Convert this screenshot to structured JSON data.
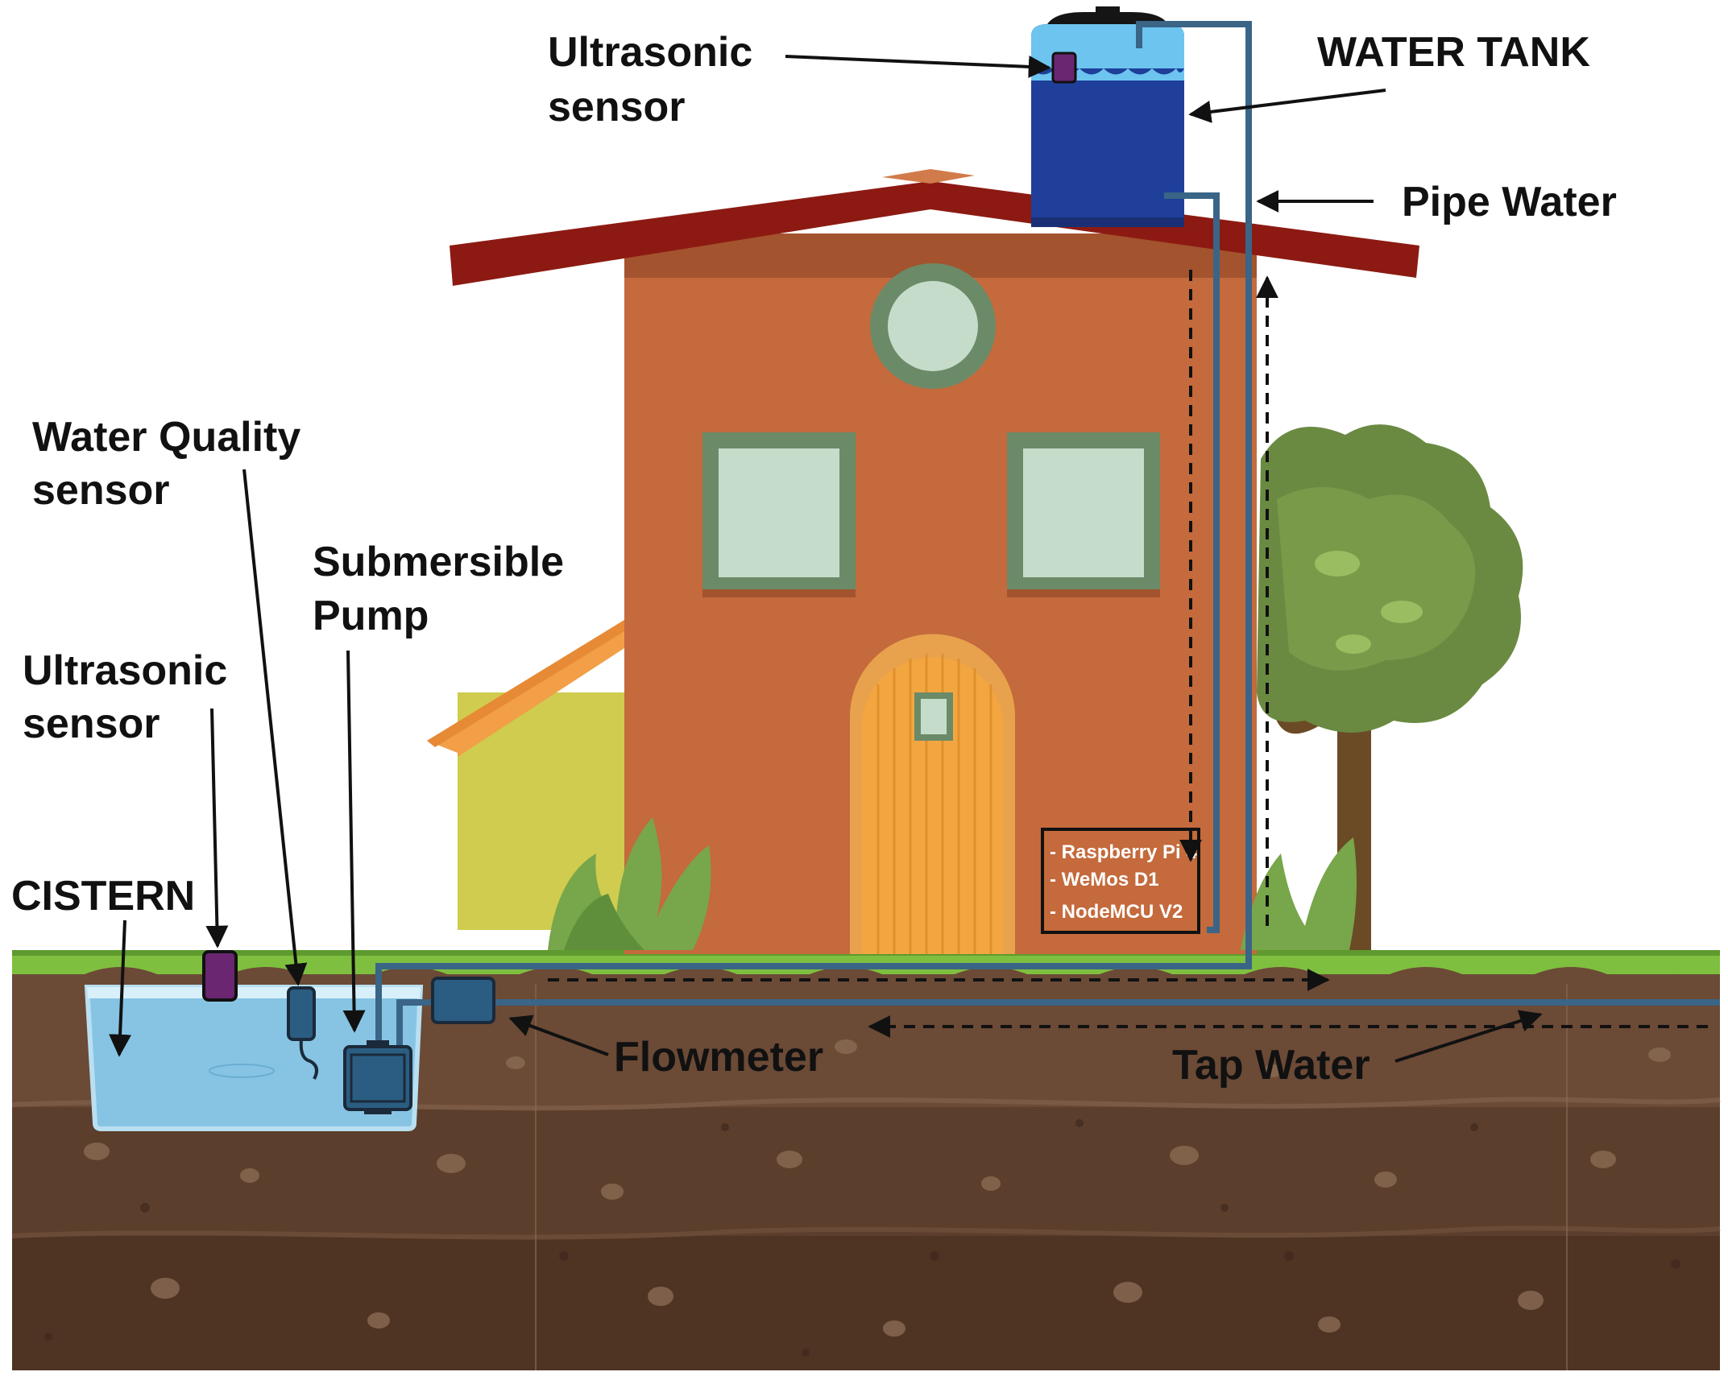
{
  "labels": {
    "ultrasonic_top_line1": "Ultrasonic",
    "ultrasonic_top_line2": "sensor",
    "water_tank": "WATER TANK",
    "pipe_water": "Pipe Water",
    "water_quality_line1": "Water Quality",
    "water_quality_line2": "sensor",
    "submersible_line1": "Submersible",
    "submersible_line2": "Pump",
    "ultrasonic_left_line1": "Ultrasonic",
    "ultrasonic_left_line2": "sensor",
    "cistern": "CISTERN",
    "flowmeter": "Flowmeter",
    "tap_water": "Tap Water"
  },
  "controllers": {
    "item1": "- Raspberry Pi 4",
    "item2": "- WeMos D1",
    "item3": "- NodeMCU V2"
  },
  "colors": {
    "pipe": "#3a6586",
    "roof": "#8c1a12",
    "wall": "#c46a3c",
    "tank": "#1f3f9a",
    "grass": "#7fbf3f",
    "soil": "#6b4a36",
    "cistern_water": "#87c4e4",
    "sensor": "#6a2670"
  }
}
